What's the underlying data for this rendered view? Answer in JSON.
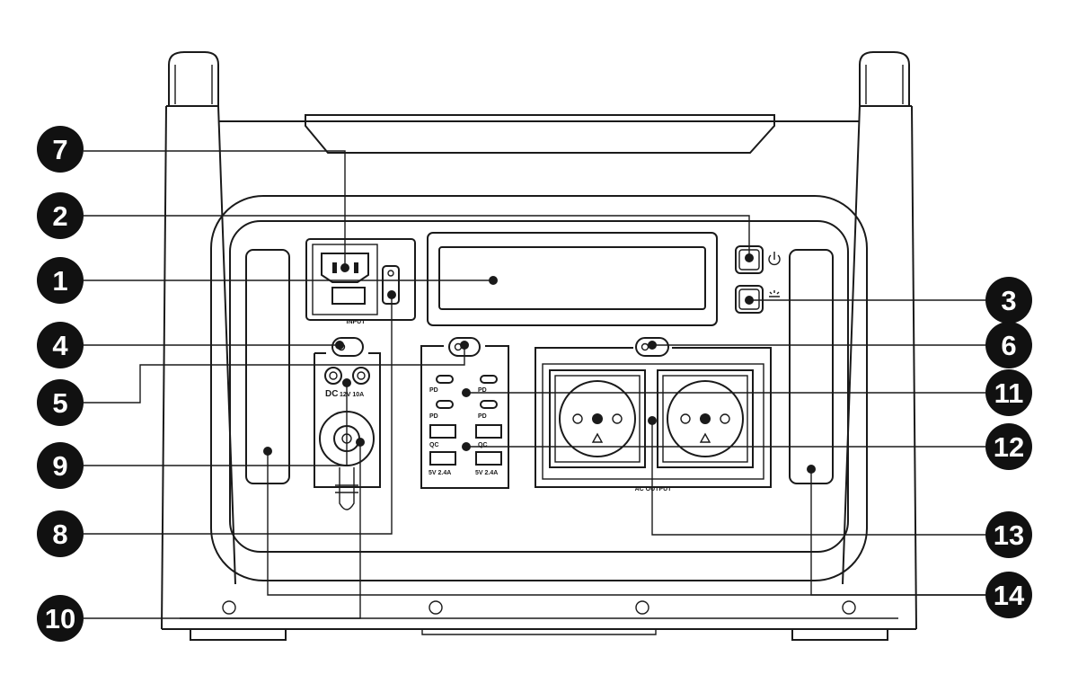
{
  "labels": {
    "input": "INPUT",
    "ac_output": "AC OUTPUT",
    "dc": "DC",
    "dc_spec": "12V 10A",
    "pd1": "PD",
    "pd2": "PD",
    "pd3": "PD",
    "pd4": "PD",
    "qc1": "QC",
    "qc2": "QC",
    "usb1": "5V 2.4A",
    "usb2": "5V 2.4A"
  },
  "callouts": [
    {
      "id": "1",
      "label": "1"
    },
    {
      "id": "2",
      "label": "2"
    },
    {
      "id": "3",
      "label": "3"
    },
    {
      "id": "4",
      "label": "4"
    },
    {
      "id": "5",
      "label": "5"
    },
    {
      "id": "6",
      "label": "6"
    },
    {
      "id": "7",
      "label": "7"
    },
    {
      "id": "8",
      "label": "8"
    },
    {
      "id": "9",
      "label": "9"
    },
    {
      "id": "10",
      "label": "10"
    },
    {
      "id": "11",
      "label": "11"
    },
    {
      "id": "12",
      "label": "12"
    },
    {
      "id": "13",
      "label": "13"
    },
    {
      "id": "14",
      "label": "14"
    }
  ]
}
